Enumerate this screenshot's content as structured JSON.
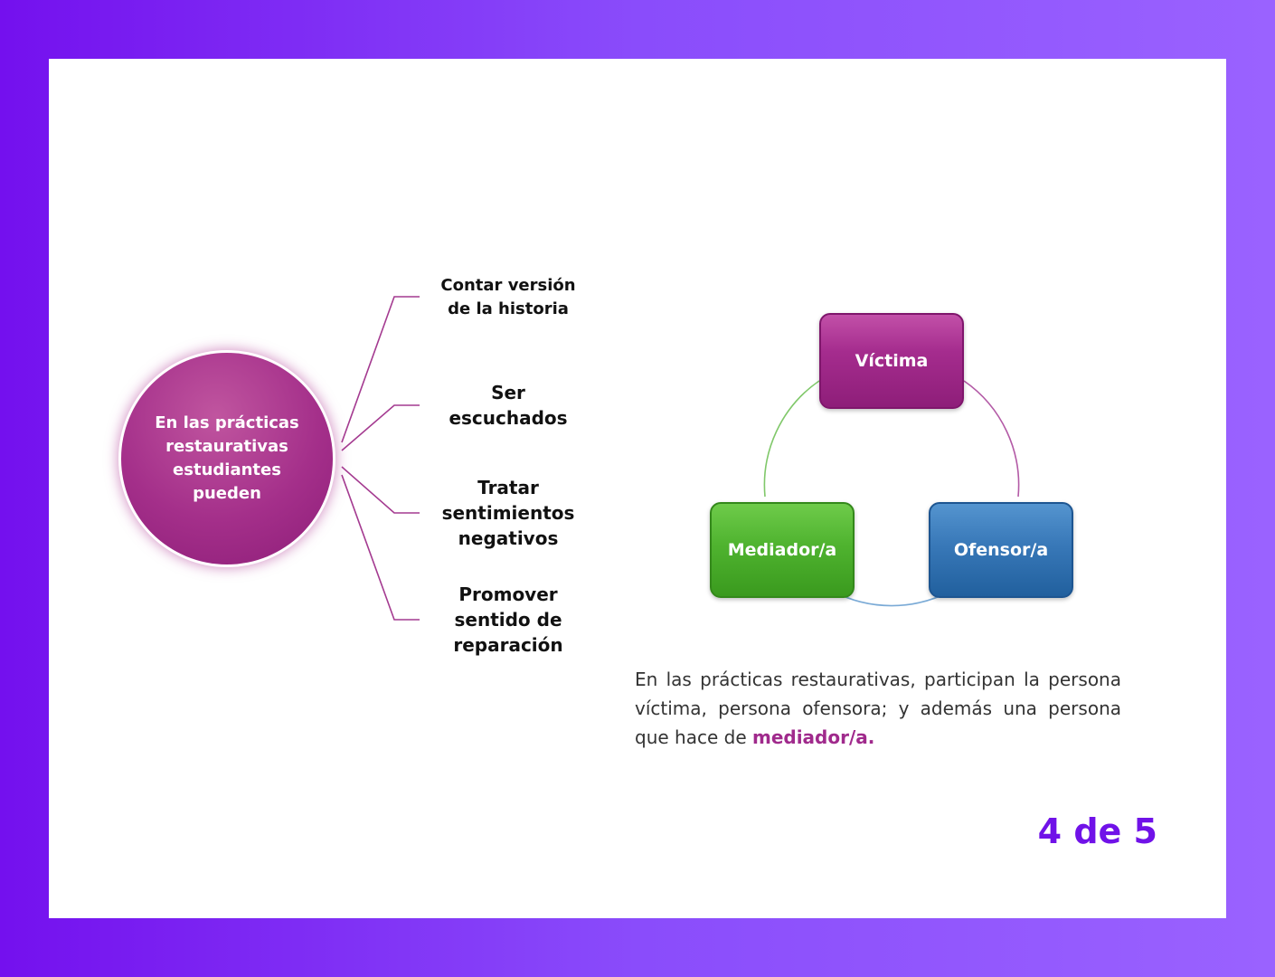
{
  "mind_map": {
    "center_label": "En las prácticas\nrestaurativas\nestudiantes\npueden",
    "branches": [
      {
        "label": "Contar versión\nde la historia"
      },
      {
        "label": "Ser\nescuchados"
      },
      {
        "label": "Tratar\nsentimientos\nnegativos"
      },
      {
        "label": "Promover\nsentido de\nreparación"
      }
    ]
  },
  "cycle": {
    "roles": [
      {
        "label": "Víctima"
      },
      {
        "label": "Ofensor/a"
      },
      {
        "label": "Mediador/a"
      }
    ]
  },
  "caption": {
    "text": "En las prácticas restaurativas, participan la persona víctima, persona ofensora; y además una persona que hace de ",
    "highlight": "mediador/a."
  },
  "pagination": {
    "label": "4 de 5"
  },
  "colors": {
    "background_gradient_start": "#7410ee",
    "background_gradient_end": "#9a62ff",
    "accent_purple": "#a42f8a",
    "victim": "#a52c8e",
    "offender": "#3878b8",
    "mediator": "#4fb32f",
    "page_indicator": "#7012e8"
  }
}
